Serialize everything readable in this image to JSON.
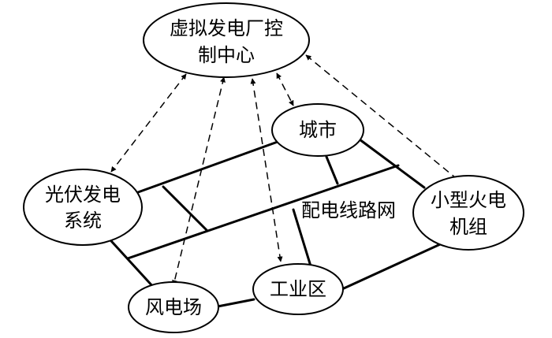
{
  "diagram": {
    "nodes": {
      "control_center": {
        "line1": "虚拟发电厂控",
        "line2": "制中心"
      },
      "city": {
        "label": "城市"
      },
      "pv_system": {
        "line1": "光伏发电",
        "line2": "系统"
      },
      "thermal_unit": {
        "line1": "小型火电",
        "line2": "机组"
      },
      "wind_farm": {
        "label": "风电场"
      },
      "industrial_zone": {
        "label": "工业区"
      }
    },
    "network_label": "配电线路网"
  }
}
